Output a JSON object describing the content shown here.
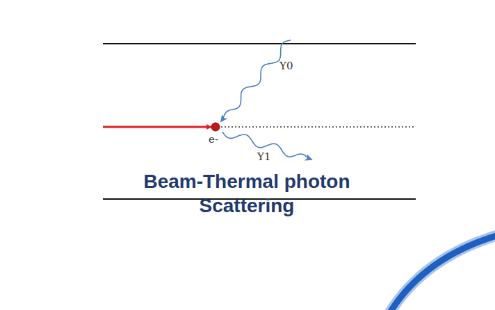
{
  "diagram": {
    "nodes": [
      {
        "text": [
          "Beam-Thermal photon Scattering"
        ]
      }
    ],
    "labels": [
      "Υ0",
      "e-",
      "Υ1"
    ]
  }
}
